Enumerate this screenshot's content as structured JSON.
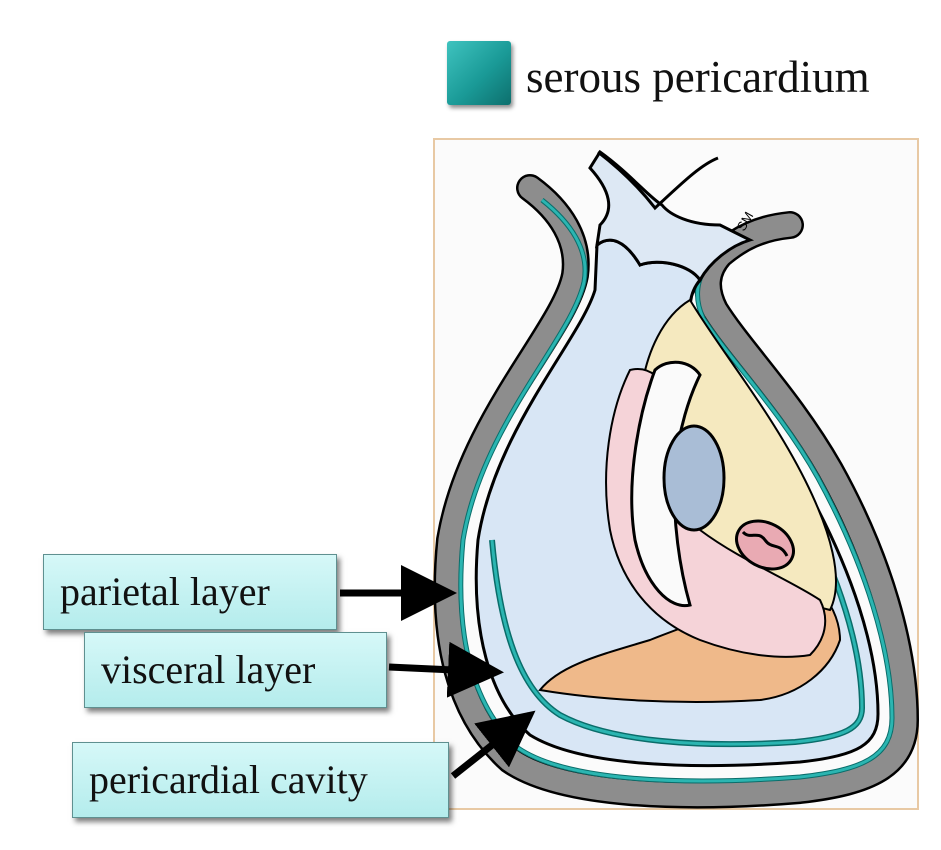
{
  "legend": {
    "label": "serous pericardium",
    "swatch_color": "#1fa8a5",
    "icon": "teal-square-swatch"
  },
  "illustration": {
    "signature": "SM"
  },
  "labels": [
    {
      "text": "parietal layer"
    },
    {
      "text": "visceral layer"
    },
    {
      "text": "pericardial cavity"
    }
  ],
  "colors": {
    "serous_layer": "#1fa8a5",
    "fibrous_layer": "#8d8d8d",
    "fluid": "#d8e6f5",
    "fat": "#f5e9bf",
    "myocardium": "#f5d3d8",
    "epicardial_fat": "#efb98a",
    "label_fill": "#c4f1f1"
  }
}
